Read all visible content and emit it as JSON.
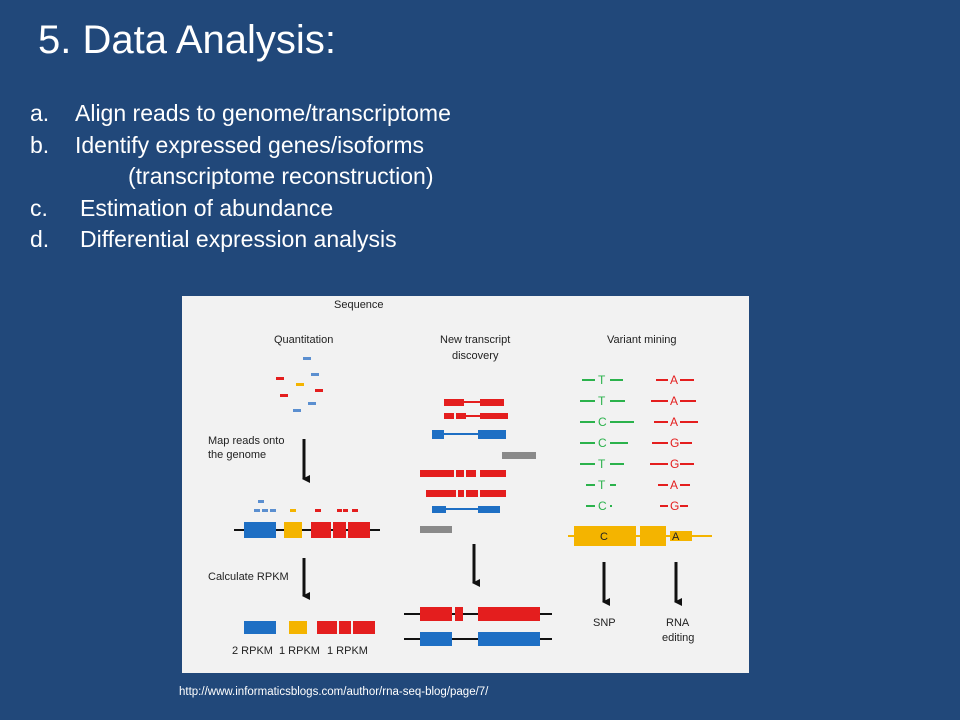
{
  "slide": {
    "title": "5. Data Analysis:",
    "items": [
      {
        "marker": "a.",
        "text": "Align reads to genome/transcriptome"
      },
      {
        "marker": "b.",
        "text": "Identify expressed genes/isoforms"
      },
      {
        "marker": "",
        "text": "(transcriptome reconstruction)"
      },
      {
        "marker": "c.",
        "text": "Estimation of abundance"
      },
      {
        "marker": "d.",
        "text": "Differential expression analysis"
      }
    ],
    "source_url": "http://www.informaticsblogs.com/author/rna-seq-blog/page/7/"
  },
  "figure": {
    "header": "Sequence",
    "quantitation": {
      "label": "Quantitation",
      "step1_line1": "Map reads onto",
      "step1_line2": "the genome",
      "step2": "Calculate RPKM",
      "rpkm_1": "2 RPKM",
      "rpkm_2": "1 RPKM",
      "rpkm_3": "1 RPKM"
    },
    "discovery": {
      "label_line1": "New transcript",
      "label_line2": "discovery"
    },
    "variant": {
      "label": "Variant mining",
      "left_bases": [
        "T",
        "T",
        "C",
        "C",
        "T",
        "T",
        "C"
      ],
      "right_bases": [
        "A",
        "A",
        "A",
        "G",
        "G",
        "A",
        "G"
      ],
      "ref_left": "C",
      "ref_right": "A",
      "out_left": "SNP",
      "out_right_line1": "RNA",
      "out_right_line2": "editing"
    },
    "colors": {
      "blue": "#1e6fc4",
      "red": "#e41e1e",
      "yellow": "#f4b400",
      "green": "#2bb24c",
      "gray": "#8a8a8a",
      "light_blue": "#5b8fd0"
    }
  }
}
